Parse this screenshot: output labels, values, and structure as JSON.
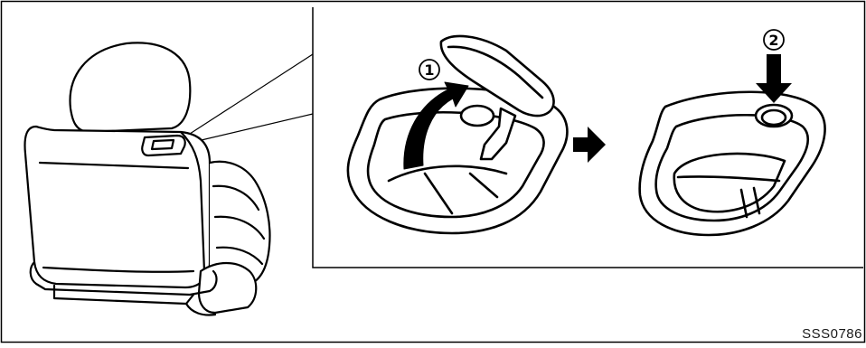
{
  "figure": {
    "code": "SSS0786",
    "step_labels": [
      "1",
      "2"
    ]
  },
  "colors": {
    "line": "#000000",
    "background": "#ffffff"
  }
}
